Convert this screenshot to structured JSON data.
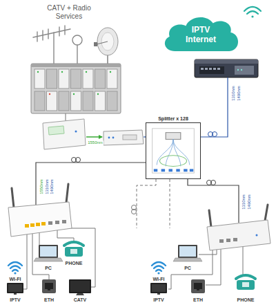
{
  "diagram": {
    "nodes": [
      {
        "text": [
          "IPTV Internet"
        ]
      },
      {
        "text": [
          "Splitter x 128"
        ]
      }
    ],
    "labels": [
      "CATV + Radio Services",
      "1550nm",
      "1310nm",
      "1490nm",
      "1550nm",
      "1310nm",
      "1490nm",
      "1310nm",
      "1490nm",
      "WI-FI",
      "PC",
      "PHONE",
      "IPTV",
      "ETH",
      "CATV",
      "WI-FI",
      "PC",
      "IPTV",
      "ETH",
      "PHONE"
    ]
  }
}
